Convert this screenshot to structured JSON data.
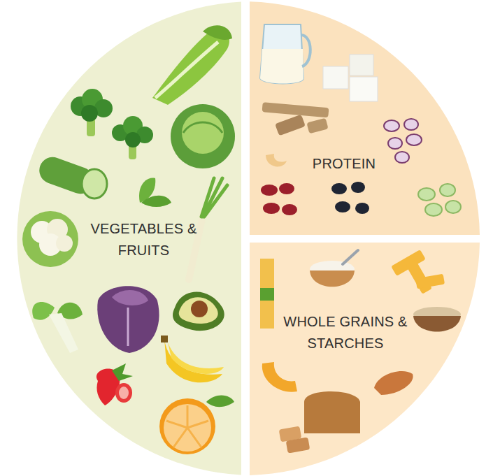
{
  "diagram": {
    "nodes": [
      {
        "text": [
          "VEGETABLES & FRUITS"
        ]
      },
      {
        "text": [
          "PROTEIN"
        ]
      },
      {
        "text": [
          "WHOLE GRAINS & STARCHES"
        ]
      }
    ]
  }
}
